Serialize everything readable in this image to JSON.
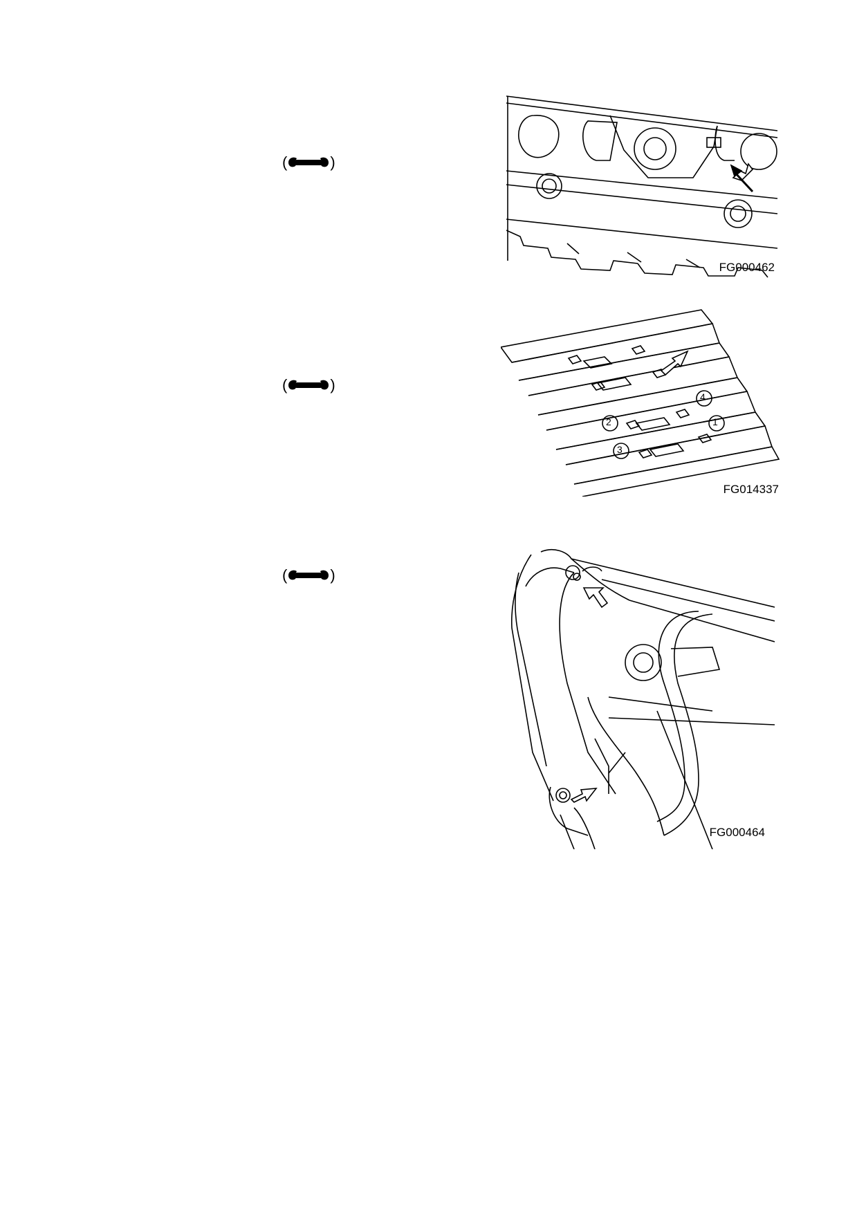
{
  "page": {
    "background": "#ffffff",
    "ink": "#000000"
  },
  "torque_markers": [
    {
      "open": "(",
      "icon": "wrench-icon",
      "close": ")"
    },
    {
      "open": "(",
      "icon": "wrench-icon",
      "close": ")"
    },
    {
      "open": "(",
      "icon": "wrench-icon",
      "close": ")"
    }
  ],
  "figures": [
    {
      "caption": "FG000462",
      "subject": "track-roller-guard-bolt"
    },
    {
      "caption": "FG014337",
      "subject": "track-shoe-bolts",
      "callouts": [
        "1",
        "2",
        "3",
        "4"
      ]
    },
    {
      "caption": "FG000464",
      "subject": "boom-arm-pin-bolts"
    }
  ]
}
